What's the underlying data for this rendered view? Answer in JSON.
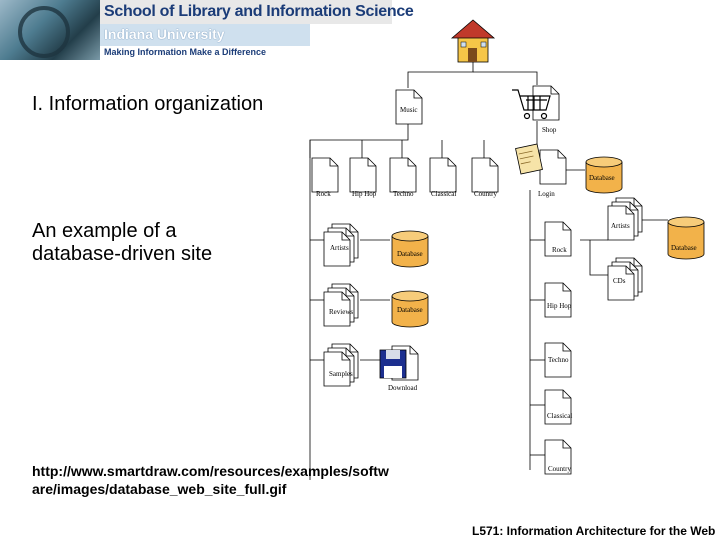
{
  "banner": {
    "line1": "School of Library and Information Science",
    "line2": "Indiana University",
    "line3": "Making Information Make a Difference"
  },
  "slide": {
    "heading": "I.  Information organization",
    "subtitle_line1": "An example of a",
    "subtitle_line2": "database-driven site",
    "url_line1": "http://www.smartdraw.com/resources/examples/softw",
    "url_line2": "are/images/database_web_site_full.gif",
    "footer": "L571: Information Architecture for the Web"
  },
  "diagram": {
    "music": "Music",
    "shop": "Shop",
    "genres": [
      "Rock",
      "Hip Hop",
      "Techno",
      "Classical",
      "Country"
    ],
    "rock_children": {
      "artists": "Artists",
      "reviews": "Reviews",
      "samples": "Samples",
      "database1": "Database",
      "database2": "Database",
      "download": "Download"
    },
    "login": "Login",
    "login_database": "Database",
    "shop_genres": [
      "Rock",
      "Hip Hop",
      "Techno",
      "Classical",
      "Country"
    ],
    "shop_artists": "Artists",
    "shop_cds": "CDs",
    "shop_database": "Database"
  },
  "colors": {
    "database_fill": "#f2b24a",
    "banner_text": "#1b3c78",
    "house_wall": "#f6c648",
    "house_roof": "#c0392b"
  }
}
